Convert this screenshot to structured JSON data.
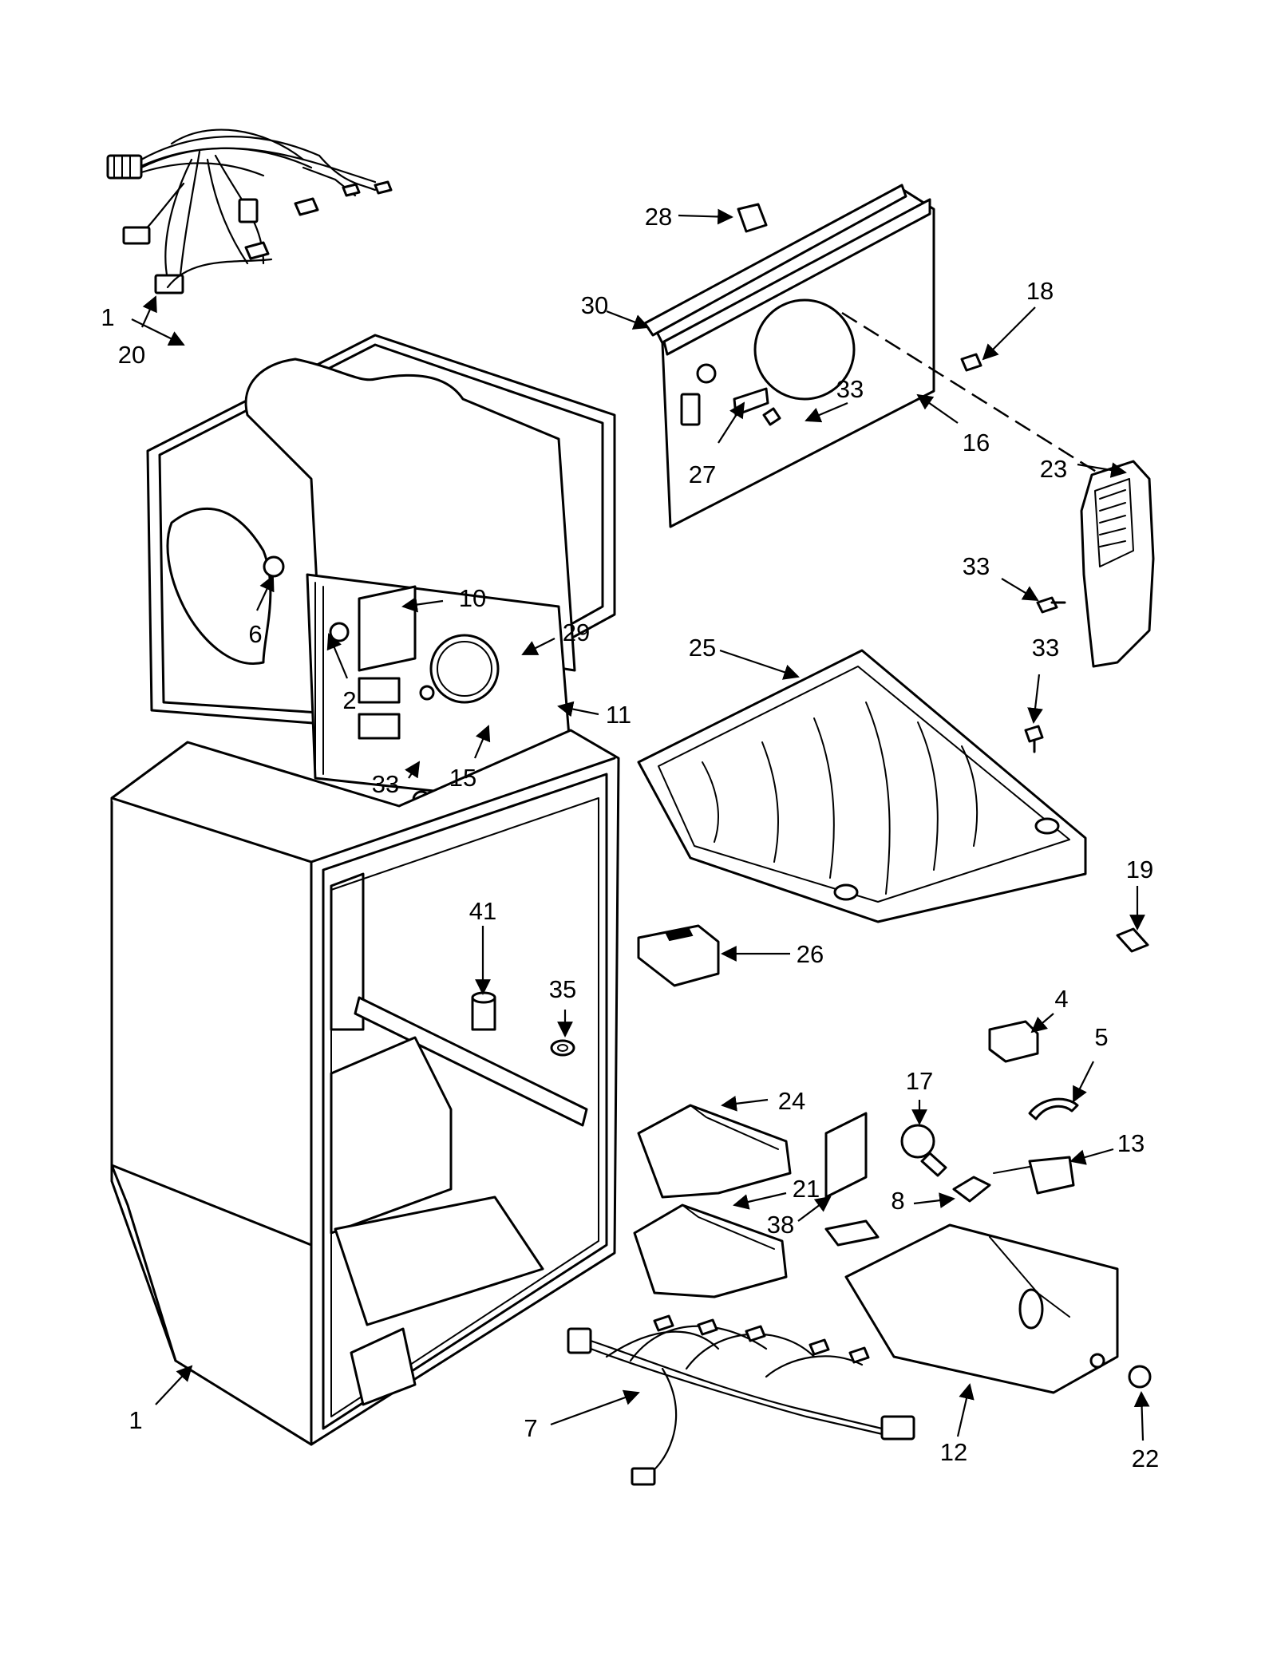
{
  "callouts": {
    "c1_top": "1",
    "c1_bottom": "1",
    "c2": "2",
    "c4": "4",
    "c5": "5",
    "c6": "6",
    "c7": "7",
    "c8": "8",
    "c10": "10",
    "c11": "11",
    "c12": "12",
    "c13": "13",
    "c15": "15",
    "c16": "16",
    "c17": "17",
    "c18": "18",
    "c19": "19",
    "c20": "20",
    "c21": "21",
    "c22": "22",
    "c23": "23",
    "c24": "24",
    "c25": "25",
    "c26": "26",
    "c27": "27",
    "c28": "28",
    "c29": "29",
    "c30": "30",
    "c33_panel": "33",
    "c33_duct": "33",
    "c33_tray": "33",
    "c33_liner": "33",
    "c35": "35",
    "c38": "38",
    "c41": "41"
  }
}
